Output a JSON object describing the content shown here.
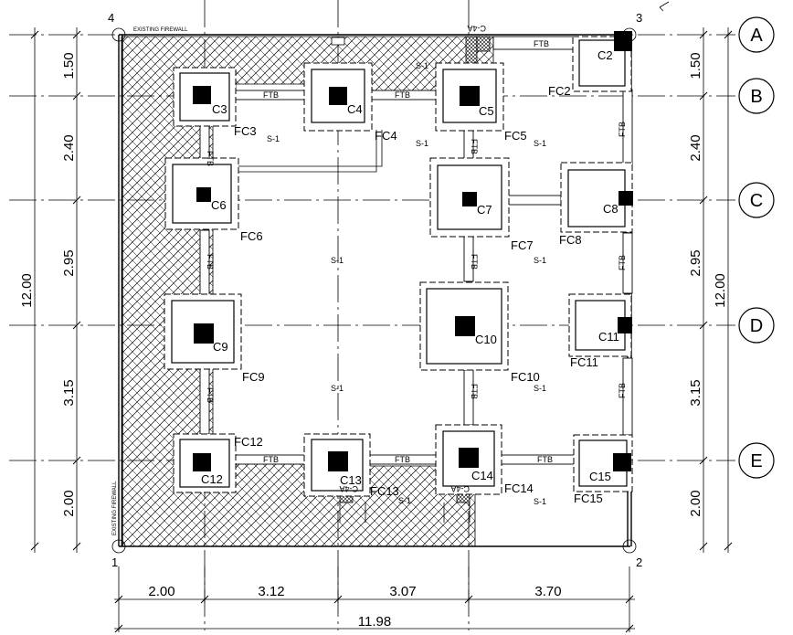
{
  "plan": {
    "grid_rows": [
      "A",
      "B",
      "C",
      "D",
      "E"
    ],
    "grid_cols": [
      "4",
      "3",
      "1",
      "2"
    ],
    "firewall_label": "EXISTING FIREWALL",
    "left_dims": [
      "1.50",
      "2.40",
      "2.95",
      "3.15",
      "2.00"
    ],
    "left_total": "12.00",
    "right_dims": [
      "1.50",
      "2.40",
      "2.95",
      "3.15",
      "2.00"
    ],
    "right_total": "12.00",
    "bottom_dims": [
      "2.00",
      "3.12",
      "3.07",
      "3.70"
    ],
    "bottom_total": "11.98",
    "beam_label": "FTB",
    "slab_label": "S-1",
    "section_top": "C-4A",
    "section_bottom_left": "C-4A",
    "section_bottom_right": "C-4A",
    "columns": [
      "C2",
      "C3",
      "C4",
      "C5",
      "C6",
      "C7",
      "C8",
      "C9",
      "C10",
      "C11",
      "C12",
      "C13",
      "C14",
      "C15"
    ],
    "footings": [
      "FC2",
      "FC3",
      "FC4",
      "FC5",
      "FC6",
      "FC7",
      "FC8",
      "FC9",
      "FC10",
      "FC11",
      "FC12",
      "FC13",
      "FC14",
      "FC15"
    ]
  }
}
